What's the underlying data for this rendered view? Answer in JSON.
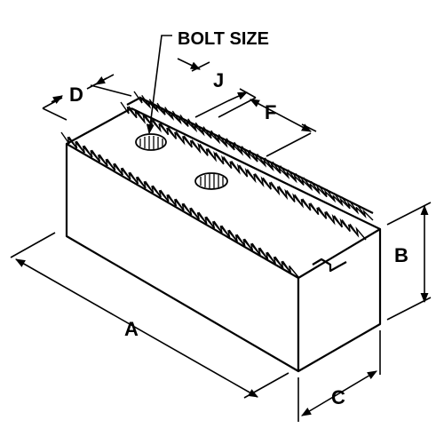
{
  "labels": {
    "bolt_size": "BOLT SIZE",
    "a": "A",
    "b": "B",
    "c": "C",
    "d": "D",
    "f": "F",
    "j": "J"
  },
  "colors": {
    "stroke": "#000000",
    "background": "#ffffff"
  }
}
